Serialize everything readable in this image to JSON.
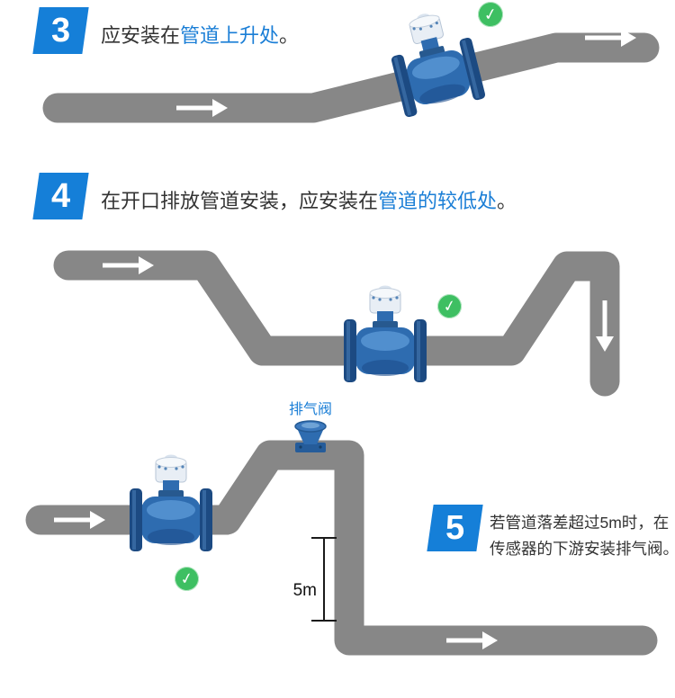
{
  "colors": {
    "badge_blue": "#157fd8",
    "accent_blue": "#1a7ed6",
    "pipe_gray": "#878787",
    "check_green": "#3ebf62",
    "text_dark": "#333333",
    "flowmeter_blue": "#2e6cb0",
    "flange_navy": "#1c4a82"
  },
  "sections": {
    "s3": {
      "badge": "3",
      "text": {
        "lead": "应安装在",
        "highlight": "管道上升处",
        "tail": "。"
      },
      "check_glyph": "✓"
    },
    "s4": {
      "badge": "4",
      "text": {
        "lead": "在开口排放管道安装，应安装在",
        "highlight": "管道的较低处",
        "tail": "。"
      },
      "check_glyph": "✓"
    },
    "s5": {
      "badge": "5",
      "text_line1": "若管道落差超过5m时，在",
      "text_line2": "传感器的下游安装排气阀。",
      "valve_label": "排气阀",
      "distance_label": "5m",
      "check_glyph": "✓"
    }
  }
}
